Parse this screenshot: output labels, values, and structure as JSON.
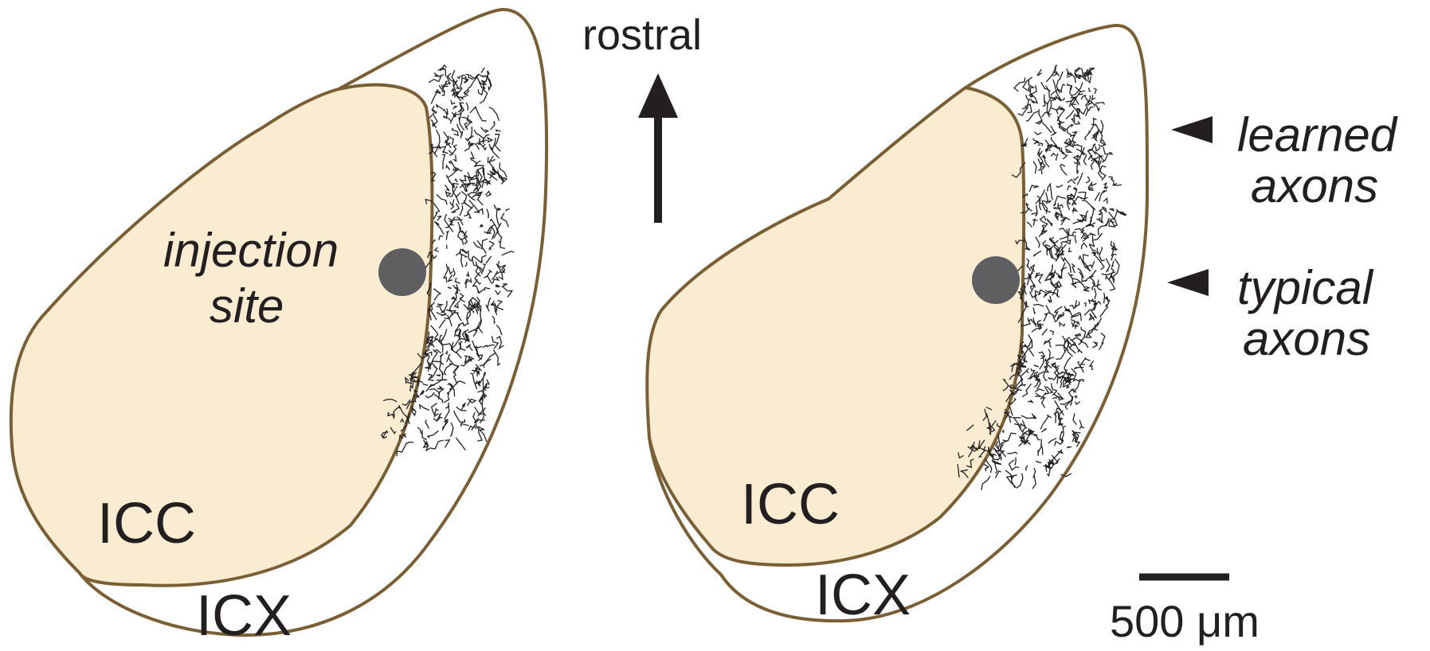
{
  "colors": {
    "outline": "#7a5f34",
    "icc_fill": "#f9ecd0",
    "injection_site": "#5f5f62",
    "axons": "#231f20",
    "text": "#231f20"
  },
  "labels": {
    "rostral": "rostral",
    "injection": "injection",
    "site": "site",
    "icc_left": "ICC",
    "icx_left": "ICX",
    "icc_right": "ICC",
    "icx_right": "ICX",
    "learned_line1": "learned",
    "learned_line2": "axons",
    "typical_line1": "typical",
    "typical_line2": "axons",
    "scale_bar": "500 μm"
  }
}
